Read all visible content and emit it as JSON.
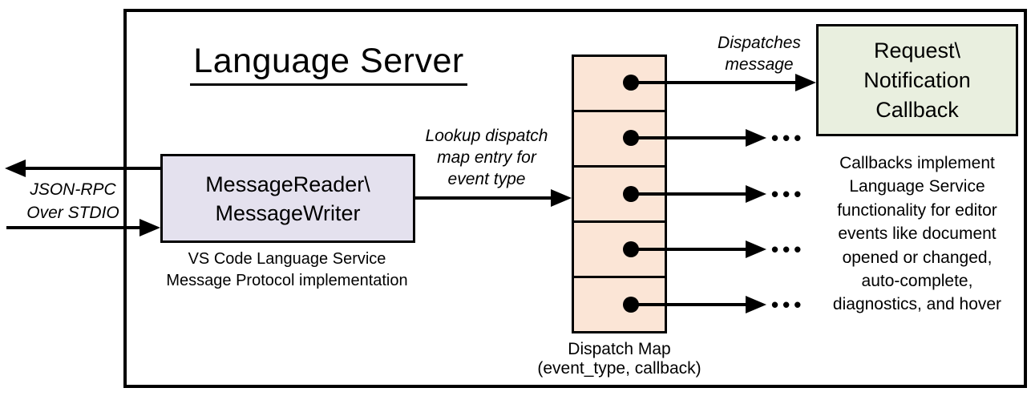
{
  "title": "Language Server",
  "colors": {
    "reader_fill": "#e4e1ee",
    "map_fill": "#fbe5d6",
    "callback_fill": "#e9efdf",
    "line": "#000000",
    "text": "#000000",
    "background": "#ffffff"
  },
  "stdio_label": {
    "lines": [
      "JSON-RPC",
      "Over STDIO"
    ]
  },
  "reader_box": {
    "lines": [
      "MessageReader\\",
      "MessageWriter"
    ]
  },
  "reader_caption": {
    "lines": [
      "VS Code Language Service",
      "Message Protocol implementation"
    ]
  },
  "lookup_label": {
    "lines": [
      "Lookup dispatch",
      "map entry for",
      "event type"
    ]
  },
  "dispatches_label": {
    "lines": [
      "Dispatches",
      "message"
    ]
  },
  "callback_box": {
    "lines": [
      "Request\\",
      "Notification",
      "Callback"
    ]
  },
  "callbacks_note": {
    "lines": [
      "Callbacks implement",
      "Language Service",
      "functionality for editor",
      "events like document",
      "opened or changed,",
      "auto-complete,",
      "diagnostics, and hover"
    ]
  },
  "dispatch_map": {
    "rows": 5,
    "caption_lines": [
      "Dispatch Map",
      "(event_type, callback)"
    ]
  },
  "ellipsis": "•••"
}
